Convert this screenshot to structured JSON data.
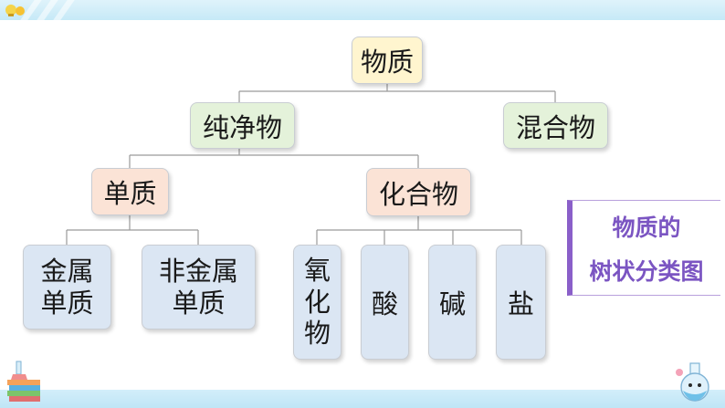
{
  "diagram": {
    "root": "物质",
    "pure": "纯净物",
    "mixture": "混合物",
    "element": "单质",
    "compound": "化合物",
    "metal": [
      "金属",
      "单质"
    ],
    "nonmetal": [
      "非金属",
      "单质"
    ],
    "oxide": "氧化物",
    "acid": "酸",
    "base": "碱",
    "salt": "盐"
  },
  "title": {
    "line1": "物质的",
    "line2": "树状分类图"
  },
  "colors": {
    "root_fill": "#fff5cf",
    "level1_fill": "#e4f2da",
    "level2_fill": "#fbe3d6",
    "level3_fill": "#dbe6f3",
    "title_text": "#7b55c2",
    "title_border": "#8a5fc9",
    "connector": "#9a9a9a"
  }
}
